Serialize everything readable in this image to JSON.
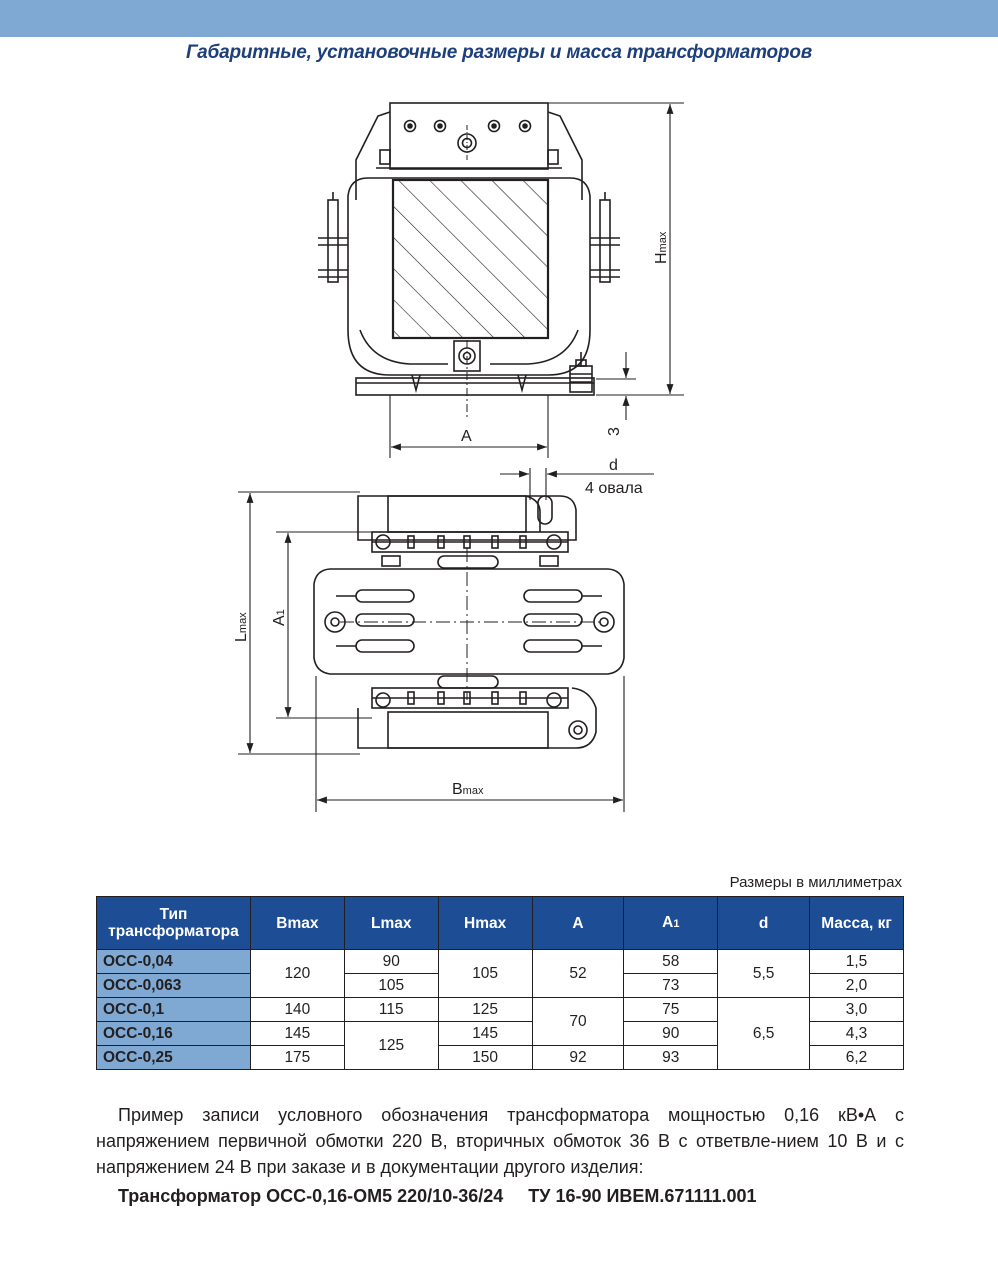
{
  "header": {
    "title": "Габаритные, установочные размеры и масса трансформаторов"
  },
  "drawing": {
    "label_h": "H",
    "label_h_sub": "max",
    "label_3": "3",
    "label_a": "A",
    "label_d": "d",
    "label_ovals": "4 овала",
    "label_l": "L",
    "label_l_sub": "max",
    "label_a1": "A",
    "label_a1_sub": "1",
    "label_b": "B",
    "label_b_sub": "max"
  },
  "table": {
    "units_note": "Размеры в миллиметрах",
    "headers": {
      "type_line1": "Тип",
      "type_line2": "трансформатора",
      "bmax": "Bmax",
      "lmax": "Lmax",
      "hmax": "Hmax",
      "a": "A",
      "a1": "A",
      "a1_sub": "1",
      "d": "d",
      "mass": "Масса, кг"
    },
    "rows": [
      {
        "type": "ОСС-0,04",
        "bmax": "120",
        "lmax": "90",
        "hmax": "105",
        "a": "52",
        "a1": "58",
        "d": "5,5",
        "mass": "1,5"
      },
      {
        "type": "ОСС-0,063",
        "lmax": "105",
        "a1": "73",
        "mass": "2,0"
      },
      {
        "type": "ОСС-0,1",
        "bmax": "140",
        "lmax": "115",
        "hmax": "125",
        "a": "70",
        "a1": "75",
        "d": "6,5",
        "mass": "3,0"
      },
      {
        "type": "ОСС-0,16",
        "bmax": "145",
        "lmax": "125",
        "hmax": "145",
        "a1": "90",
        "mass": "4,3"
      },
      {
        "type": "ОСС-0,25",
        "bmax": "175",
        "hmax": "150",
        "a": "92",
        "a1": "93",
        "mass": "6,2"
      }
    ]
  },
  "example": {
    "text": "Пример записи условного обозначения трансформатора мощностью 0,16 кВ•А с напряжением первичной обмотки 220 В, вторичных обмоток 36 В с ответвле-нием 10 В и с напряжением 24 В при заказе и в документации другого изделия:",
    "designation": "Трансформатор ОСС-0,16-ОМ5 220/10-36/24     ТУ 16-90 ИВЕМ.671111.001"
  }
}
